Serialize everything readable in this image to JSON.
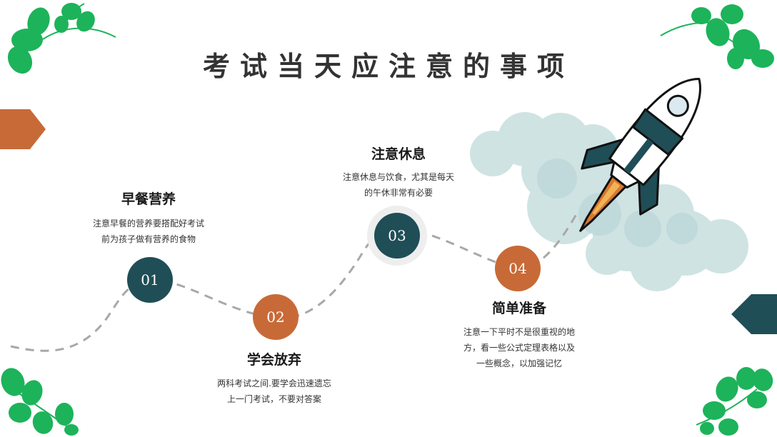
{
  "title": "考试当天应注意的事项",
  "colors": {
    "teal": "#1f4e57",
    "orange": "#c86a37",
    "leaf": "#1db35a",
    "cloud": "#c9e0e0",
    "dash": "#a8a8a8"
  },
  "steps": [
    {
      "number": "01",
      "heading": "早餐营养",
      "desc_lines": [
        "注意早餐的营养要搭配好考试",
        "前为孩子做有营养的食物"
      ],
      "color": "teal"
    },
    {
      "number": "02",
      "heading": "学会放弃",
      "desc_lines": [
        "两科考试之间.要学会迅速遗忘",
        "上一门考试，不要对答案"
      ],
      "color": "orange"
    },
    {
      "number": "03",
      "heading": "注意休息",
      "desc_lines": [
        "注意休息与饮食，尤其是每天",
        "的午休非常有必要"
      ],
      "color": "teal"
    },
    {
      "number": "04",
      "heading": "简单准备",
      "desc_lines": [
        "注意一下平时不是很重视的地",
        "方，看一些公式定理表格以及",
        "一些概念，以加强记忆"
      ],
      "color": "orange"
    }
  ],
  "decorations": [
    "clover-icon",
    "rocket-icon",
    "cloud-icon",
    "arrow-tab-icon"
  ]
}
